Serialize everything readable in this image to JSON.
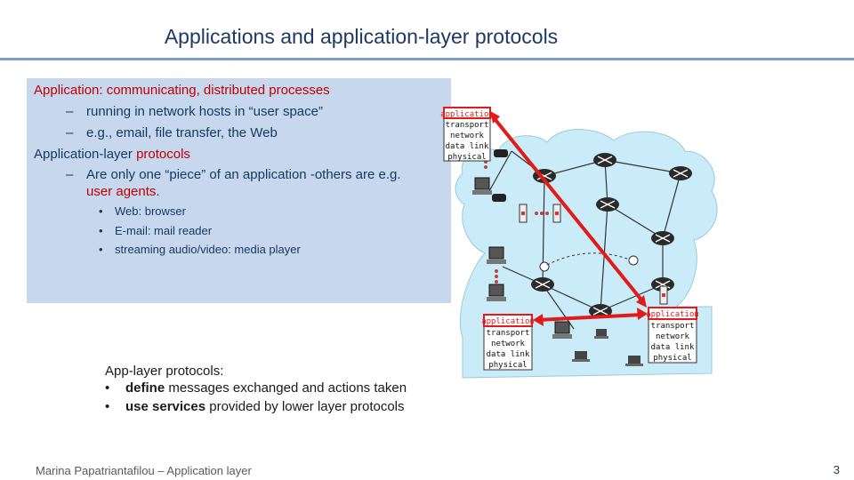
{
  "title": "Applications and application-layer protocols",
  "box": {
    "line1": "Application: communicating, distributed processes",
    "line2_dash": "–",
    "line2": "running in network hosts in “user space”",
    "line3_dash": "–",
    "line3": "e.g., email, file transfer, the Web",
    "line4_a": "Application-layer ",
    "line4_b": "protocols",
    "line5_dash": "–",
    "line5": "Are only one “piece” of an application -others are e.g.",
    "line6": "user agents",
    "line6_end": ".",
    "bullets": [
      "Web: browser",
      "E-mail: mail reader",
      "streaming audio/video: media player"
    ]
  },
  "lower": {
    "heading": "App-layer protocols:",
    "b1_bold": "define",
    "b1_rest": " messages exchanged and actions taken",
    "b2_bold": "use services",
    "b2_rest": " provided by lower layer protocols"
  },
  "stacks": {
    "top": [
      "application",
      "transport",
      "network",
      "data link",
      "physical"
    ],
    "bottom_left": [
      "application",
      "transport",
      "network",
      "data link",
      "physical"
    ],
    "bottom_right": [
      "application",
      "transport",
      "network",
      "data link",
      "physical"
    ]
  },
  "colors": {
    "accent_red": "#e21a1a",
    "cloud": "#c9ecf8",
    "title": "#1f3864"
  },
  "footer": "Marina Papatriantafilou –  Application layer",
  "page_number": "3"
}
